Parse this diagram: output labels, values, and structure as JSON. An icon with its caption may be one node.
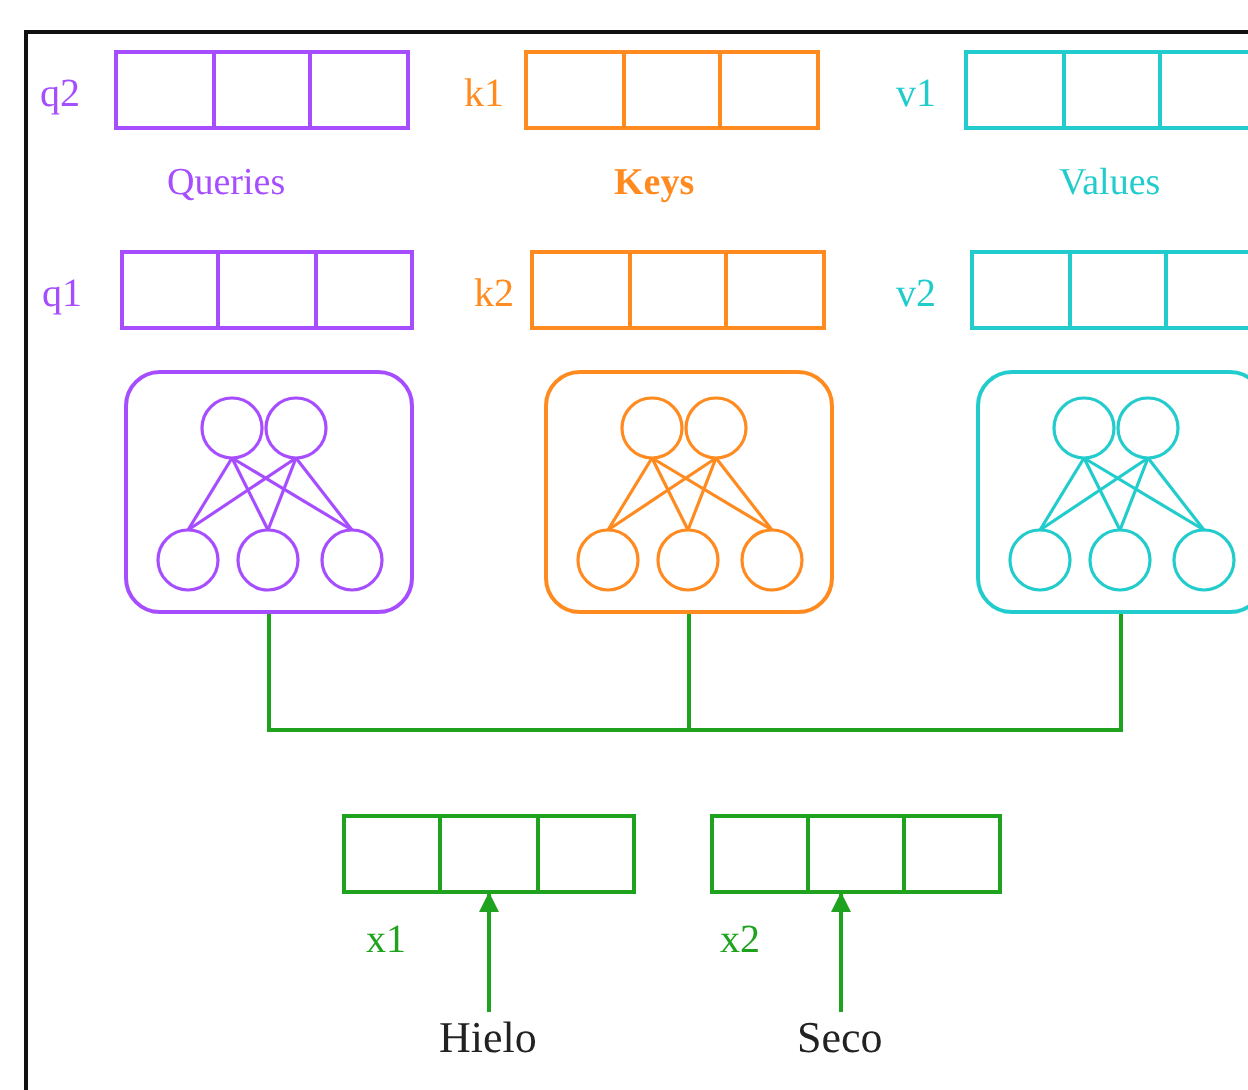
{
  "diagram": {
    "nodes": [
      {
        "text": [
          "q2"
        ]
      },
      {
        "text": [
          "k1"
        ]
      },
      {
        "text": [
          "v1"
        ]
      },
      {
        "text": [
          "q1"
        ]
      },
      {
        "text": [
          "k2"
        ]
      },
      {
        "text": [
          "v2"
        ]
      },
      {
        "text": [],
        "shape": "box"
      },
      {
        "text": [],
        "shape": "box"
      },
      {
        "text": [],
        "shape": "box"
      },
      {
        "text": [
          "x1"
        ]
      },
      {
        "text": [
          "x2"
        ]
      },
      {
        "text": [
          "Hielo"
        ]
      },
      {
        "text": [
          "Seco"
        ]
      }
    ],
    "edges": [
      {
        "from": 6,
        "to": 7,
        "arrow": "none"
      },
      {
        "from": 7,
        "to": 8,
        "arrow": "none"
      },
      {
        "from": 11,
        "to": 9,
        "arrow": "to"
      },
      {
        "from": 12,
        "to": 10,
        "arrow": "to"
      }
    ],
    "labels": [
      "Queries",
      "Keys",
      "Values"
    ]
  }
}
